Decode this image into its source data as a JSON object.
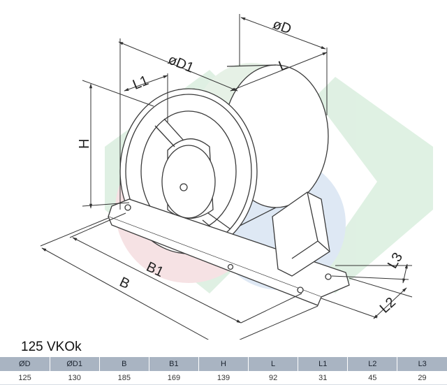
{
  "drawing": {
    "dimension_labels": {
      "D": "øD",
      "D1": "øD1",
      "L": "L",
      "L1": "L1",
      "H": "H",
      "B": "B",
      "B1": "B1",
      "L2": "L2",
      "L3": "L3"
    },
    "colors": {
      "line": "#3a3a3a",
      "dimension_line": "#333333",
      "watermark_green": "#dcefe0",
      "watermark_red": "#f6dfe2",
      "watermark_blue": "#dbe6f3"
    }
  },
  "model_label": "125 VKOk",
  "table": {
    "headers": [
      "ØD",
      "ØD1",
      "B",
      "B1",
      "H",
      "L",
      "L1",
      "L2",
      "L3"
    ],
    "rows": [
      [
        "125",
        "130",
        "185",
        "169",
        "139",
        "92",
        "31",
        "45",
        "29"
      ]
    ],
    "header_bg": "#a9b4c2"
  }
}
